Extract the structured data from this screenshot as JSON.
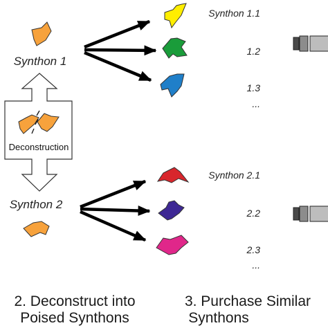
{
  "colors": {
    "orange": "#f7a23c",
    "yellow": "#ffee00",
    "green": "#1a9c3a",
    "blue": "#1f7fc9",
    "red": "#d8262c",
    "purple": "#3e2894",
    "magenta": "#e0278a",
    "arrow": "#000000",
    "outline": "#333333"
  },
  "synthon1": {
    "label": "Synthon 1"
  },
  "synthon2": {
    "label": "Synthon 2"
  },
  "deconstruction": {
    "label": "Deconstruction"
  },
  "similar1": {
    "labels": [
      "Synthon 1.1",
      "1.2",
      "1.3",
      "..."
    ]
  },
  "similar2": {
    "labels": [
      "Synthon 2.1",
      "2.2",
      "2.3",
      "..."
    ]
  },
  "captions": {
    "step2_line1": "2. Deconstruct into",
    "step2_line2": "Poised Synthons",
    "step3_line1": "3. Purchase Similar",
    "step3_line2": "Synthons"
  }
}
